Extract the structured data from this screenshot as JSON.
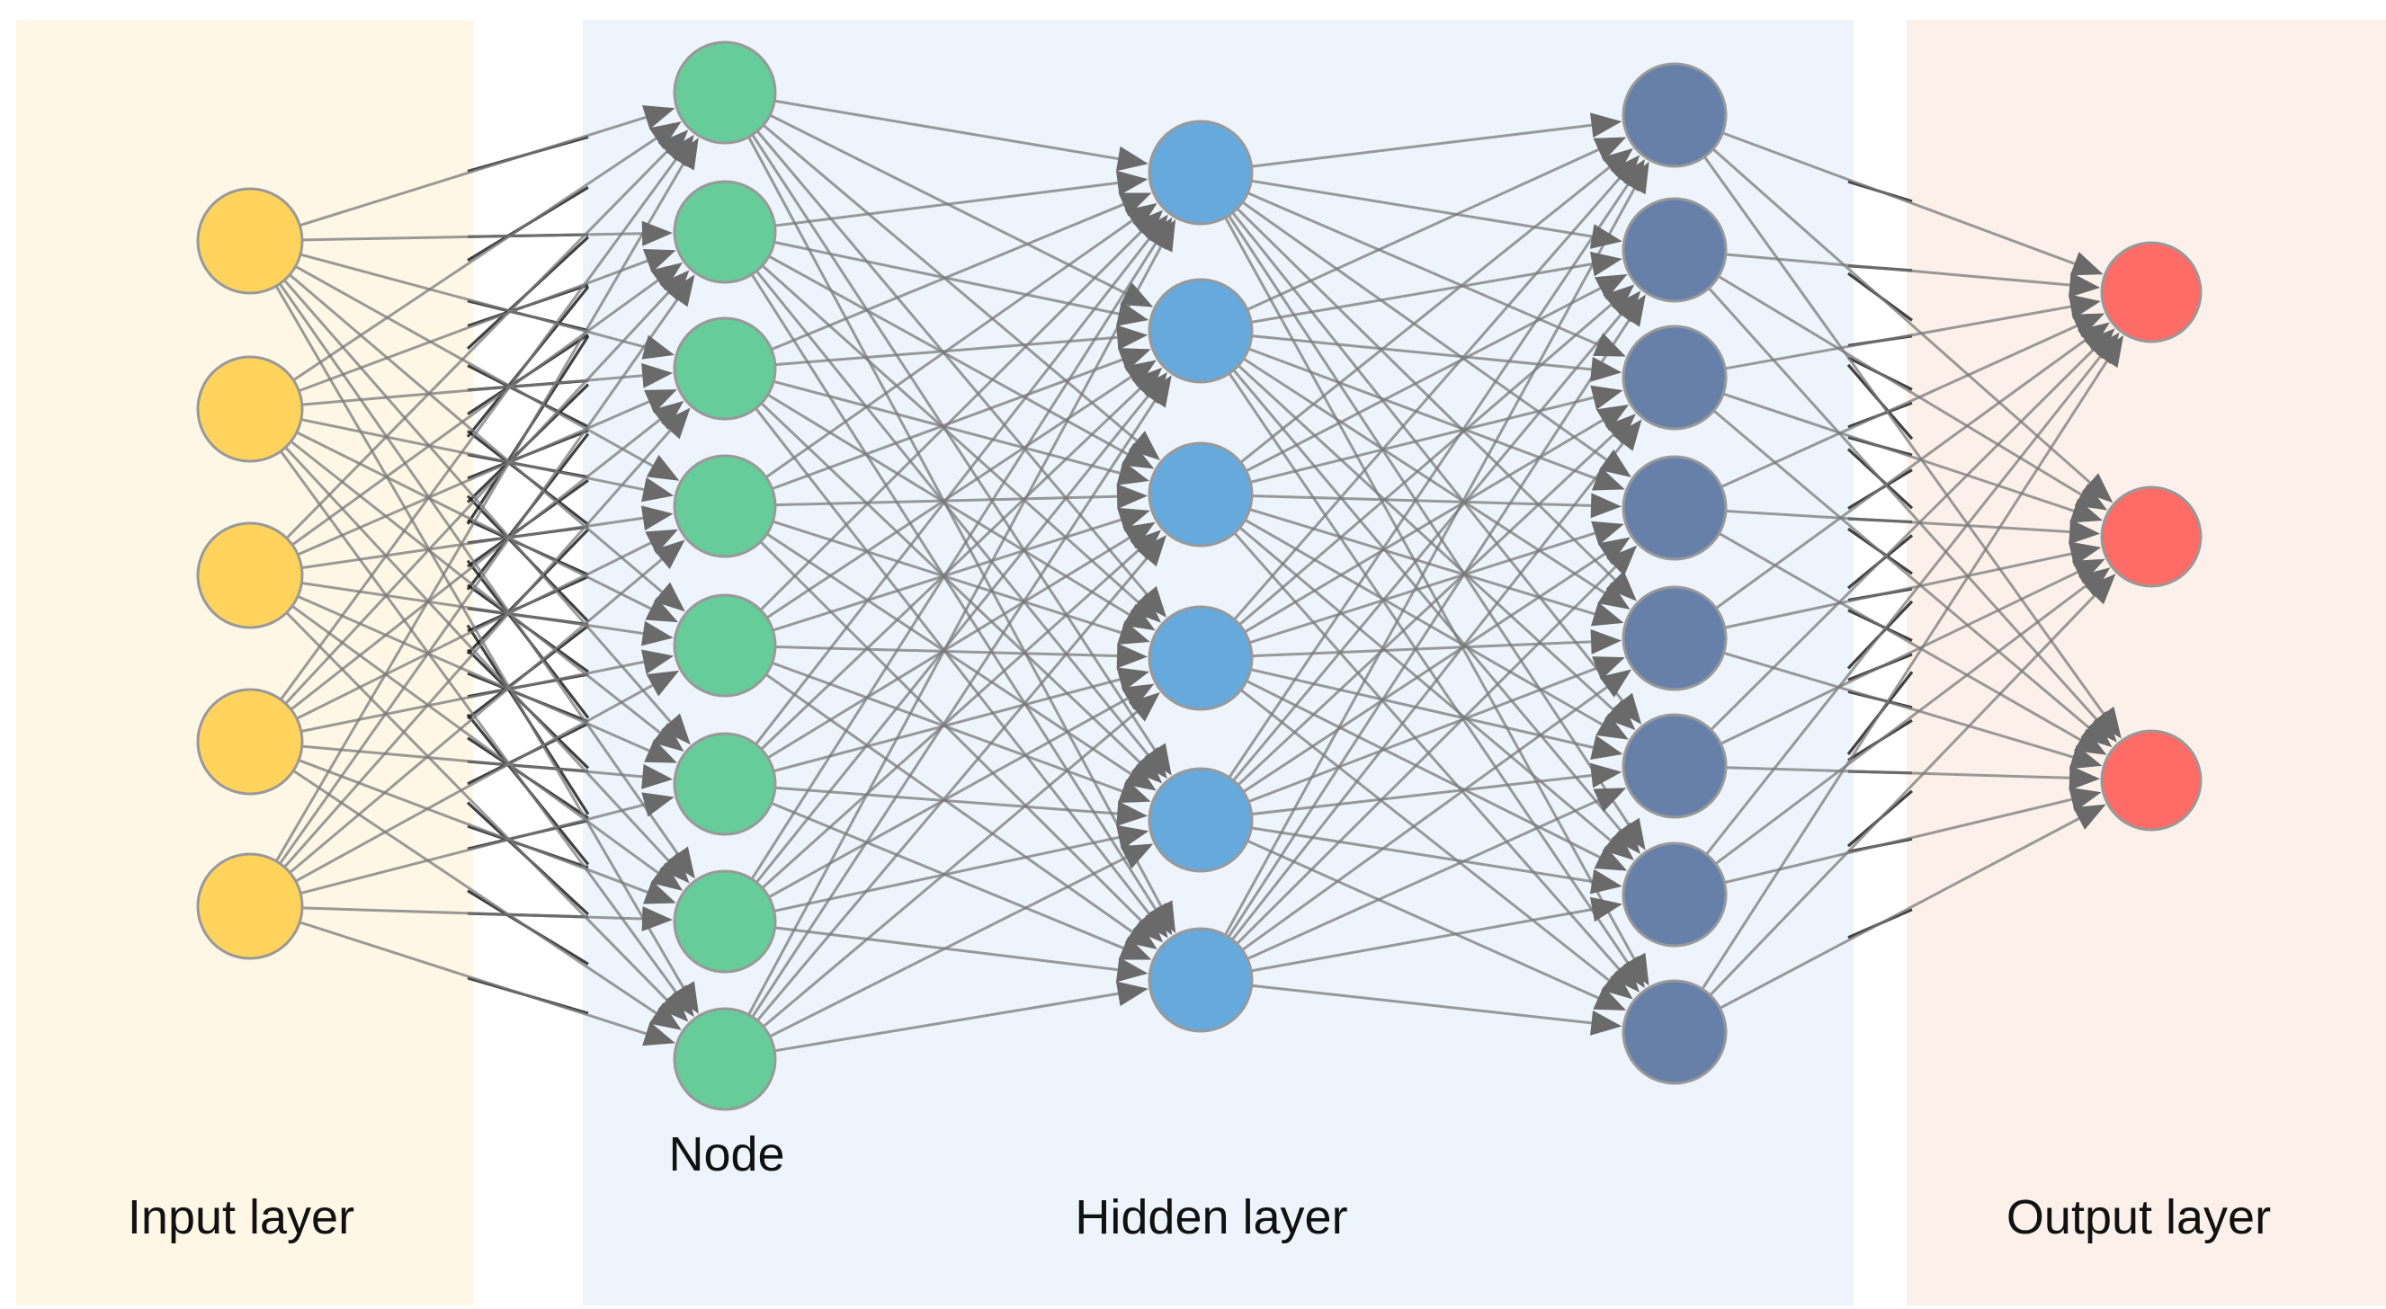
{
  "labels": {
    "input": "Input layer",
    "hidden": "Hidden layer",
    "output": "Output layer",
    "node": "Node"
  },
  "layers": [
    {
      "id": "input",
      "nodes": 5,
      "color": "#FFD35C"
    },
    {
      "id": "hidden-1",
      "nodes": 8,
      "color": "#66CC99"
    },
    {
      "id": "hidden-2",
      "nodes": 6,
      "color": "#66AADD"
    },
    {
      "id": "hidden-3",
      "nodes": 8,
      "color": "#6680AA"
    },
    {
      "id": "output",
      "nodes": 3,
      "color": "#FF6B66"
    }
  ],
  "colors": {
    "input_band": "#FFF7E6",
    "hidden_band": "#EDF4FC",
    "output_band": "#FCF1EA",
    "edge": "#7A7A7A",
    "edge_dark": "#1E1E1E",
    "arrow": "#6A6A6A",
    "node_stroke": "#999999"
  }
}
